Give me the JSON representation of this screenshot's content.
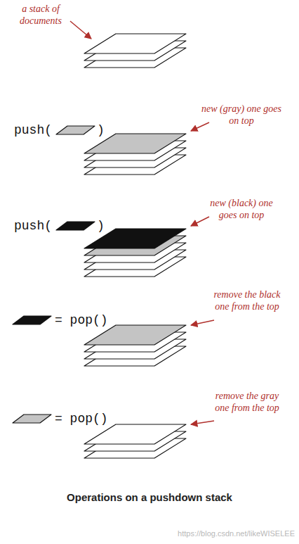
{
  "diagram": {
    "caption": "Operations on a pushdown stack",
    "labels": [
      "a stack of documents",
      "push(",
      ")",
      "new (gray) one goes on top",
      "push(",
      ")",
      "new (black) one goes on top",
      "= pop()",
      "remove the black one from the top",
      "= pop()",
      "remove the gray one from the top",
      "https://blog.csdn.net/likeWISELEE"
    ]
  }
}
